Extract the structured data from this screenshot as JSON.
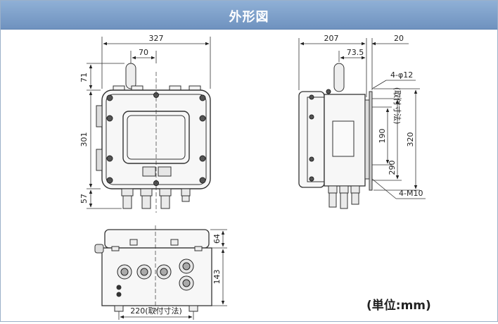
{
  "header": {
    "title": "外形図"
  },
  "unit_note": "(単位:mm)",
  "front": {
    "dim_width": "327",
    "dim_antenna_offset": "70",
    "dim_top": "71",
    "dim_height": "301",
    "dim_bottom": "57"
  },
  "side": {
    "dim_depth": "207",
    "dim_antenna": "73.5",
    "dim_bracket": "20",
    "hole_label": "4-φ12",
    "bolt_label": "4-M10",
    "dim_190": "190",
    "dim_mount_note_v": "(取付寸法)",
    "dim_290": "290",
    "dim_320": "320"
  },
  "bottom": {
    "dim_64": "64",
    "dim_143": "143",
    "dim_mount": "220(取付寸法)"
  }
}
